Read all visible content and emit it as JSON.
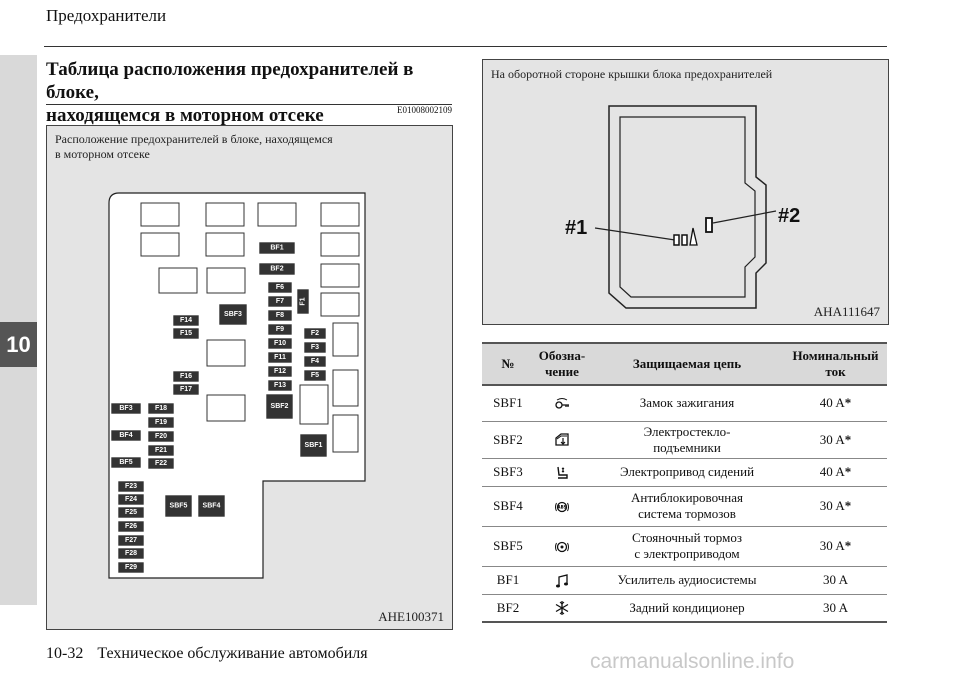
{
  "header": {
    "title": "Предохранители",
    "chapter": "10"
  },
  "section": {
    "title_line1": "Таблица расположения предохранителей в блоке,",
    "title_line2": "находящемся в моторном отсеке",
    "code": "E01008002109"
  },
  "left_figure": {
    "caption_line1": "Расположение предохранителей в блоке, находящемся",
    "caption_line2": "в моторном отсеке",
    "figure_code": "AHE100371",
    "labels": {
      "bf1": "BF1",
      "bf2": "BF2",
      "f1": "F1",
      "f2": "F2",
      "f3": "F3",
      "f4": "F4",
      "f5": "F5",
      "f6": "F6",
      "f7": "F7",
      "f8": "F8",
      "f9": "F9",
      "f10": "F10",
      "f11": "F11",
      "f12": "F12",
      "f13": "F13",
      "f14": "F14",
      "f15": "F15",
      "f16": "F16",
      "f17": "F17",
      "f18": "F18",
      "f19": "F19",
      "f20": "F20",
      "f21": "F21",
      "f22": "F22",
      "f23": "F23",
      "f24": "F24",
      "f25": "F25",
      "f26": "F26",
      "f27": "F27",
      "f28": "F28",
      "f29": "F29",
      "bf3": "BF3",
      "bf4": "BF4",
      "bf5": "BF5",
      "sbf1": "SBF1",
      "sbf2": "SBF2",
      "sbf3": "SBF3",
      "sbf4": "SBF4",
      "sbf5": "SBF5"
    }
  },
  "right_figure": {
    "caption": "На оборотной стороне крышки блока предохранителей",
    "figure_code": "AHA111647",
    "callout1": "#1",
    "callout2": "#2"
  },
  "table": {
    "headers": {
      "num": "№",
      "symbol_line1": "Обозна-",
      "symbol_line2": "чение",
      "circuit": "Защищаемая цепь",
      "rating_line1": "Номинальный",
      "rating_line2": "ток"
    },
    "rows": [
      {
        "id": "SBF1",
        "icon": "ignition-key-icon",
        "circuit_line1": "Замок зажигания",
        "circuit_line2": "",
        "rating": "40 A",
        "mark": "*"
      },
      {
        "id": "SBF2",
        "icon": "power-window-icon",
        "circuit_line1": "Электростекло-",
        "circuit_line2": "подъемники",
        "rating": "30 A",
        "mark": "*"
      },
      {
        "id": "SBF3",
        "icon": "power-seat-icon",
        "circuit_line1": "Электропривод сидений",
        "circuit_line2": "",
        "rating": "40 A",
        "mark": "*"
      },
      {
        "id": "SBF4",
        "icon": "abs-icon",
        "circuit_line1": "Антиблокировочная",
        "circuit_line2": "система тормозов",
        "rating": "30 A",
        "mark": "*"
      },
      {
        "id": "SBF5",
        "icon": "parking-brake-icon",
        "circuit_line1": "Стояночный тормоз",
        "circuit_line2": "с электроприводом",
        "rating": "30 A",
        "mark": "*"
      },
      {
        "id": "BF1",
        "icon": "audio-note-icon",
        "circuit_line1": "Усилитель аудиосистемы",
        "circuit_line2": "",
        "rating": "30 A",
        "mark": ""
      },
      {
        "id": "BF2",
        "icon": "rear-ac-icon",
        "circuit_line1": "Задний кондиционер",
        "circuit_line2": "",
        "rating": "30 A",
        "mark": ""
      }
    ]
  },
  "footer": {
    "page": "10-32",
    "title": "Техническое обслуживание автомобиля"
  },
  "watermark": "carmanualsonline.info"
}
